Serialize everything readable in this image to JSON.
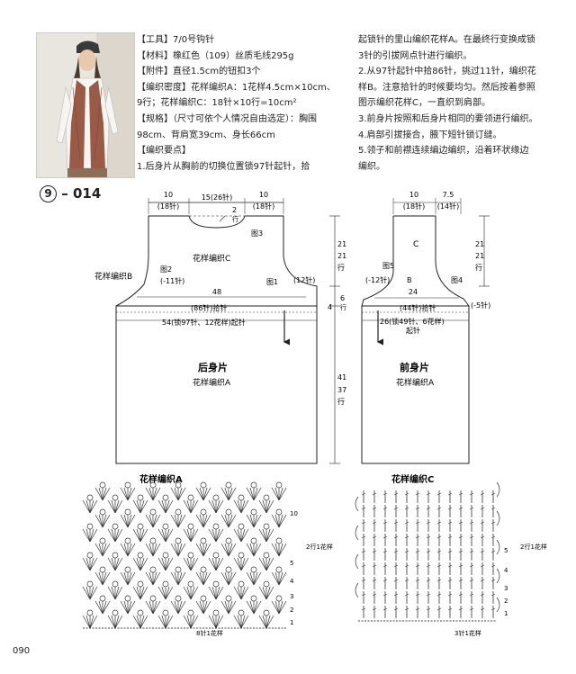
{
  "intro": {
    "tools": "【工具】7/0号钩针",
    "material": "【材料】橡红色（109）丝质毛线295g",
    "accessory": "【附件】直径1.5cm的钮扣3个",
    "gauge_line1": "【编织密度】花样编织A：1花样4.5cm×10cm、",
    "gauge_line2": "9行；花样编织C：18针×10行=10cm²",
    "size_line1": "【规格】（尺寸可依个人情况自由选定）：胸围",
    "size_line2": "98cm、背肩宽39cm、身长66cm",
    "key_heading": "【编织要点】",
    "step1_line1": "1.后身片从胸前的切换位置锁97针起针，拾"
  },
  "steps_right": [
    "起锁针的里山编织花样A。在最终行变换成锁",
    "3针的引拔网点针进行编织。",
    "2.从97针起针中拾86针，挑过11针，编织花",
    "样B。注意拾针的时候要均匀。然后按着参照",
    "图示编织花样C，一直织到肩部。",
    "3.前身片按照和后身片相同的要领进行编织。",
    "4.肩部引拔接合，腋下短针锁订缝。",
    "5.领子和前襟连续编边编织，沿着环状缘边",
    "编织。"
  ],
  "pattern_id": {
    "circled": "9",
    "code": "– 014"
  },
  "back": {
    "shoulder_left_top": "10",
    "shoulder_left_bottom": "(18针)",
    "neck_top": "15(26针)",
    "shoulder_right_top": "10",
    "shoulder_right_bottom": "(18针)",
    "neck_drop_num": "2",
    "neck_drop_row": "行",
    "fig3": "图3",
    "pattern_c": "花样编织C",
    "pattern_b": "花样编织B",
    "fig2": "图2",
    "fig1": "图1",
    "minus11": "(-11针)",
    "plus12": "(12针)",
    "width48": "48",
    "pickup": "(86针)拾针",
    "chain": "54(锁97针、12花样)起针",
    "title": "后身片",
    "pattern_a": "花样编织A",
    "h21": "21",
    "h21b": "21",
    "h21row": "行",
    "h6": "6",
    "h6row": "行",
    "h4": "4",
    "h41": "41",
    "h37": "37",
    "h37row": "行"
  },
  "front": {
    "top_left_num": "10",
    "top_left_sts": "(18针)",
    "top_right_num": "7.5",
    "top_right_sts": "(14针)",
    "label_c": "C",
    "label_b": "B",
    "fig5": "图5",
    "fig4": "图4",
    "minus12": "(-12针)",
    "minus5": "(-5针)",
    "width24": "24",
    "pickup": "(44针)拾针",
    "chain_line1": "26(锁49针、6花样)",
    "chain_line2": "起针",
    "title": "前身片",
    "pattern_a": "花样编织A",
    "h21": "21",
    "h21b": "21",
    "h21row": "行"
  },
  "chart_a": {
    "title": "花样编织A",
    "row10": "10",
    "row5": "5",
    "row4": "4",
    "row3": "3",
    "row2": "2",
    "row1": "1",
    "rows_label": "2行1花样",
    "bottom": "8针1花样"
  },
  "chart_c": {
    "title": "花样编织C",
    "row5": "5",
    "row4": "4",
    "row3": "3",
    "row2": "2",
    "row1": "1",
    "rows_label": "2行1花样",
    "bottom": "3针1花样"
  },
  "page_number": "090"
}
